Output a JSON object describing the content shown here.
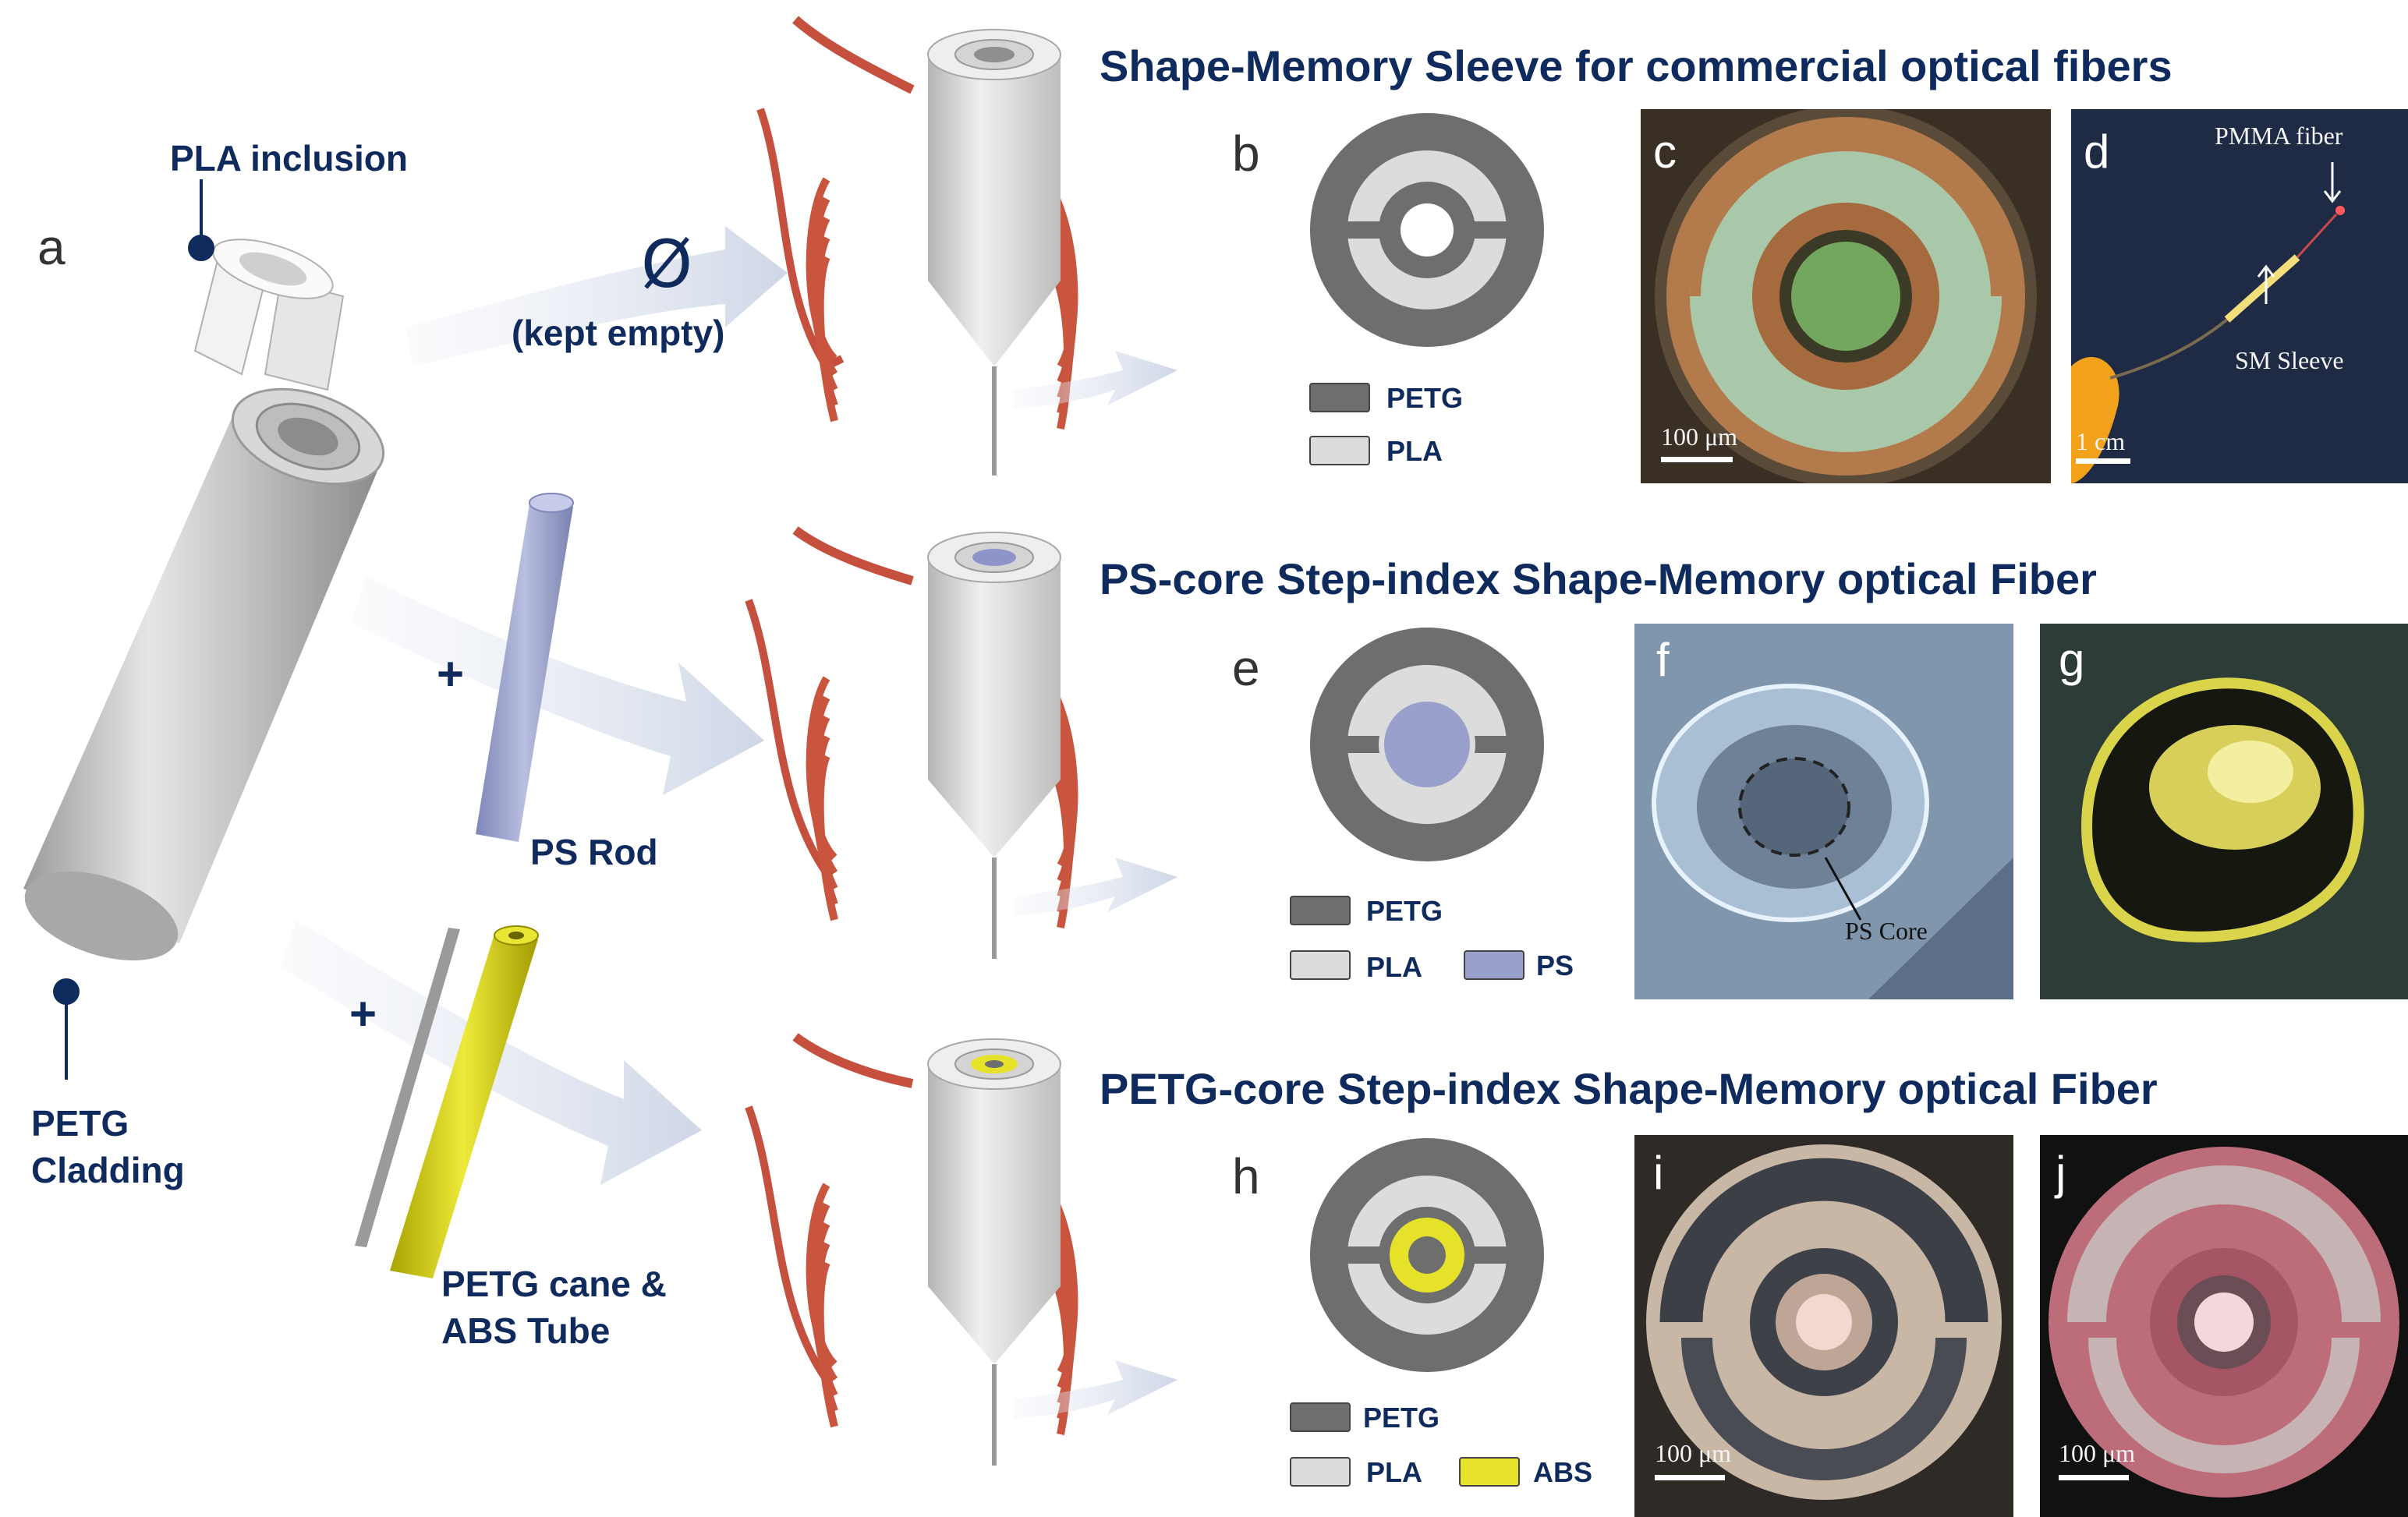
{
  "labels": {
    "pla_inclusion": "PLA inclusion",
    "petg_cladding_line1": "PETG",
    "petg_cladding_line2": "Cladding",
    "empty_symbol": "Ø",
    "kept_empty": "(kept empty)",
    "plus1": "+",
    "plus2": "+",
    "ps_rod": "PS Rod",
    "petg_cane_line1": "PETG cane &",
    "petg_cane_line2": "ABS Tube"
  },
  "panels": {
    "a": "a",
    "b": "b",
    "c": "c",
    "d": "d",
    "e": "e",
    "f": "f",
    "g": "g",
    "h": "h",
    "i": "i",
    "j": "j"
  },
  "titles": {
    "row1": "Shape-Memory Sleeve for commercial optical fibers",
    "row2": "PS-core Step-index Shape-Memory optical Fiber",
    "row3": "PETG-core Step-index Shape-Memory optical Fiber"
  },
  "legends": {
    "row1": [
      "PETG",
      "PLA"
    ],
    "row2": [
      "PETG",
      "PLA",
      "PS"
    ],
    "row3": [
      "PETG",
      "PLA",
      "ABS"
    ]
  },
  "photos": {
    "c_scale": "100 μm",
    "d_fiber": "PMMA fiber",
    "d_sleeve": "SM  Sleeve",
    "d_scale": "1 cm",
    "f_core": "PS Core",
    "i_scale": "100 μm",
    "j_scale": "100 μm"
  },
  "colors": {
    "navy": "#0f2a5c",
    "petg": "#6e6e6e",
    "pla": "#dcdcdc",
    "ps": "#9aa0cc",
    "abs": "#e6e22a",
    "heater": "#d05a48"
  }
}
